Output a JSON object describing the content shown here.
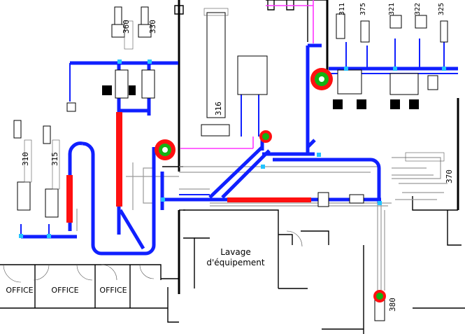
{
  "plan": {
    "rooms": {
      "washing_line1": "Lavage",
      "washing_line2": "d'équipement",
      "office_1": "OFFICE",
      "office_2": "OFFICE",
      "office_3": "OFFICE"
    },
    "equipment_numbers": {
      "e310": "310",
      "e315": "315",
      "e360": "360",
      "e330": "330",
      "e316": "316",
      "e311": "311",
      "e375": "375",
      "e321": "321",
      "e322": "322",
      "e325": "325",
      "e370": "370",
      "e380": "380"
    }
  },
  "colors": {
    "duct_blue": "#1020ff",
    "fan_red": "#ff1010",
    "fan_green": "#12b312",
    "connector_cyan": "#22c3ff",
    "magenta_line": "#ff33ff",
    "wall_black": "#000000"
  }
}
